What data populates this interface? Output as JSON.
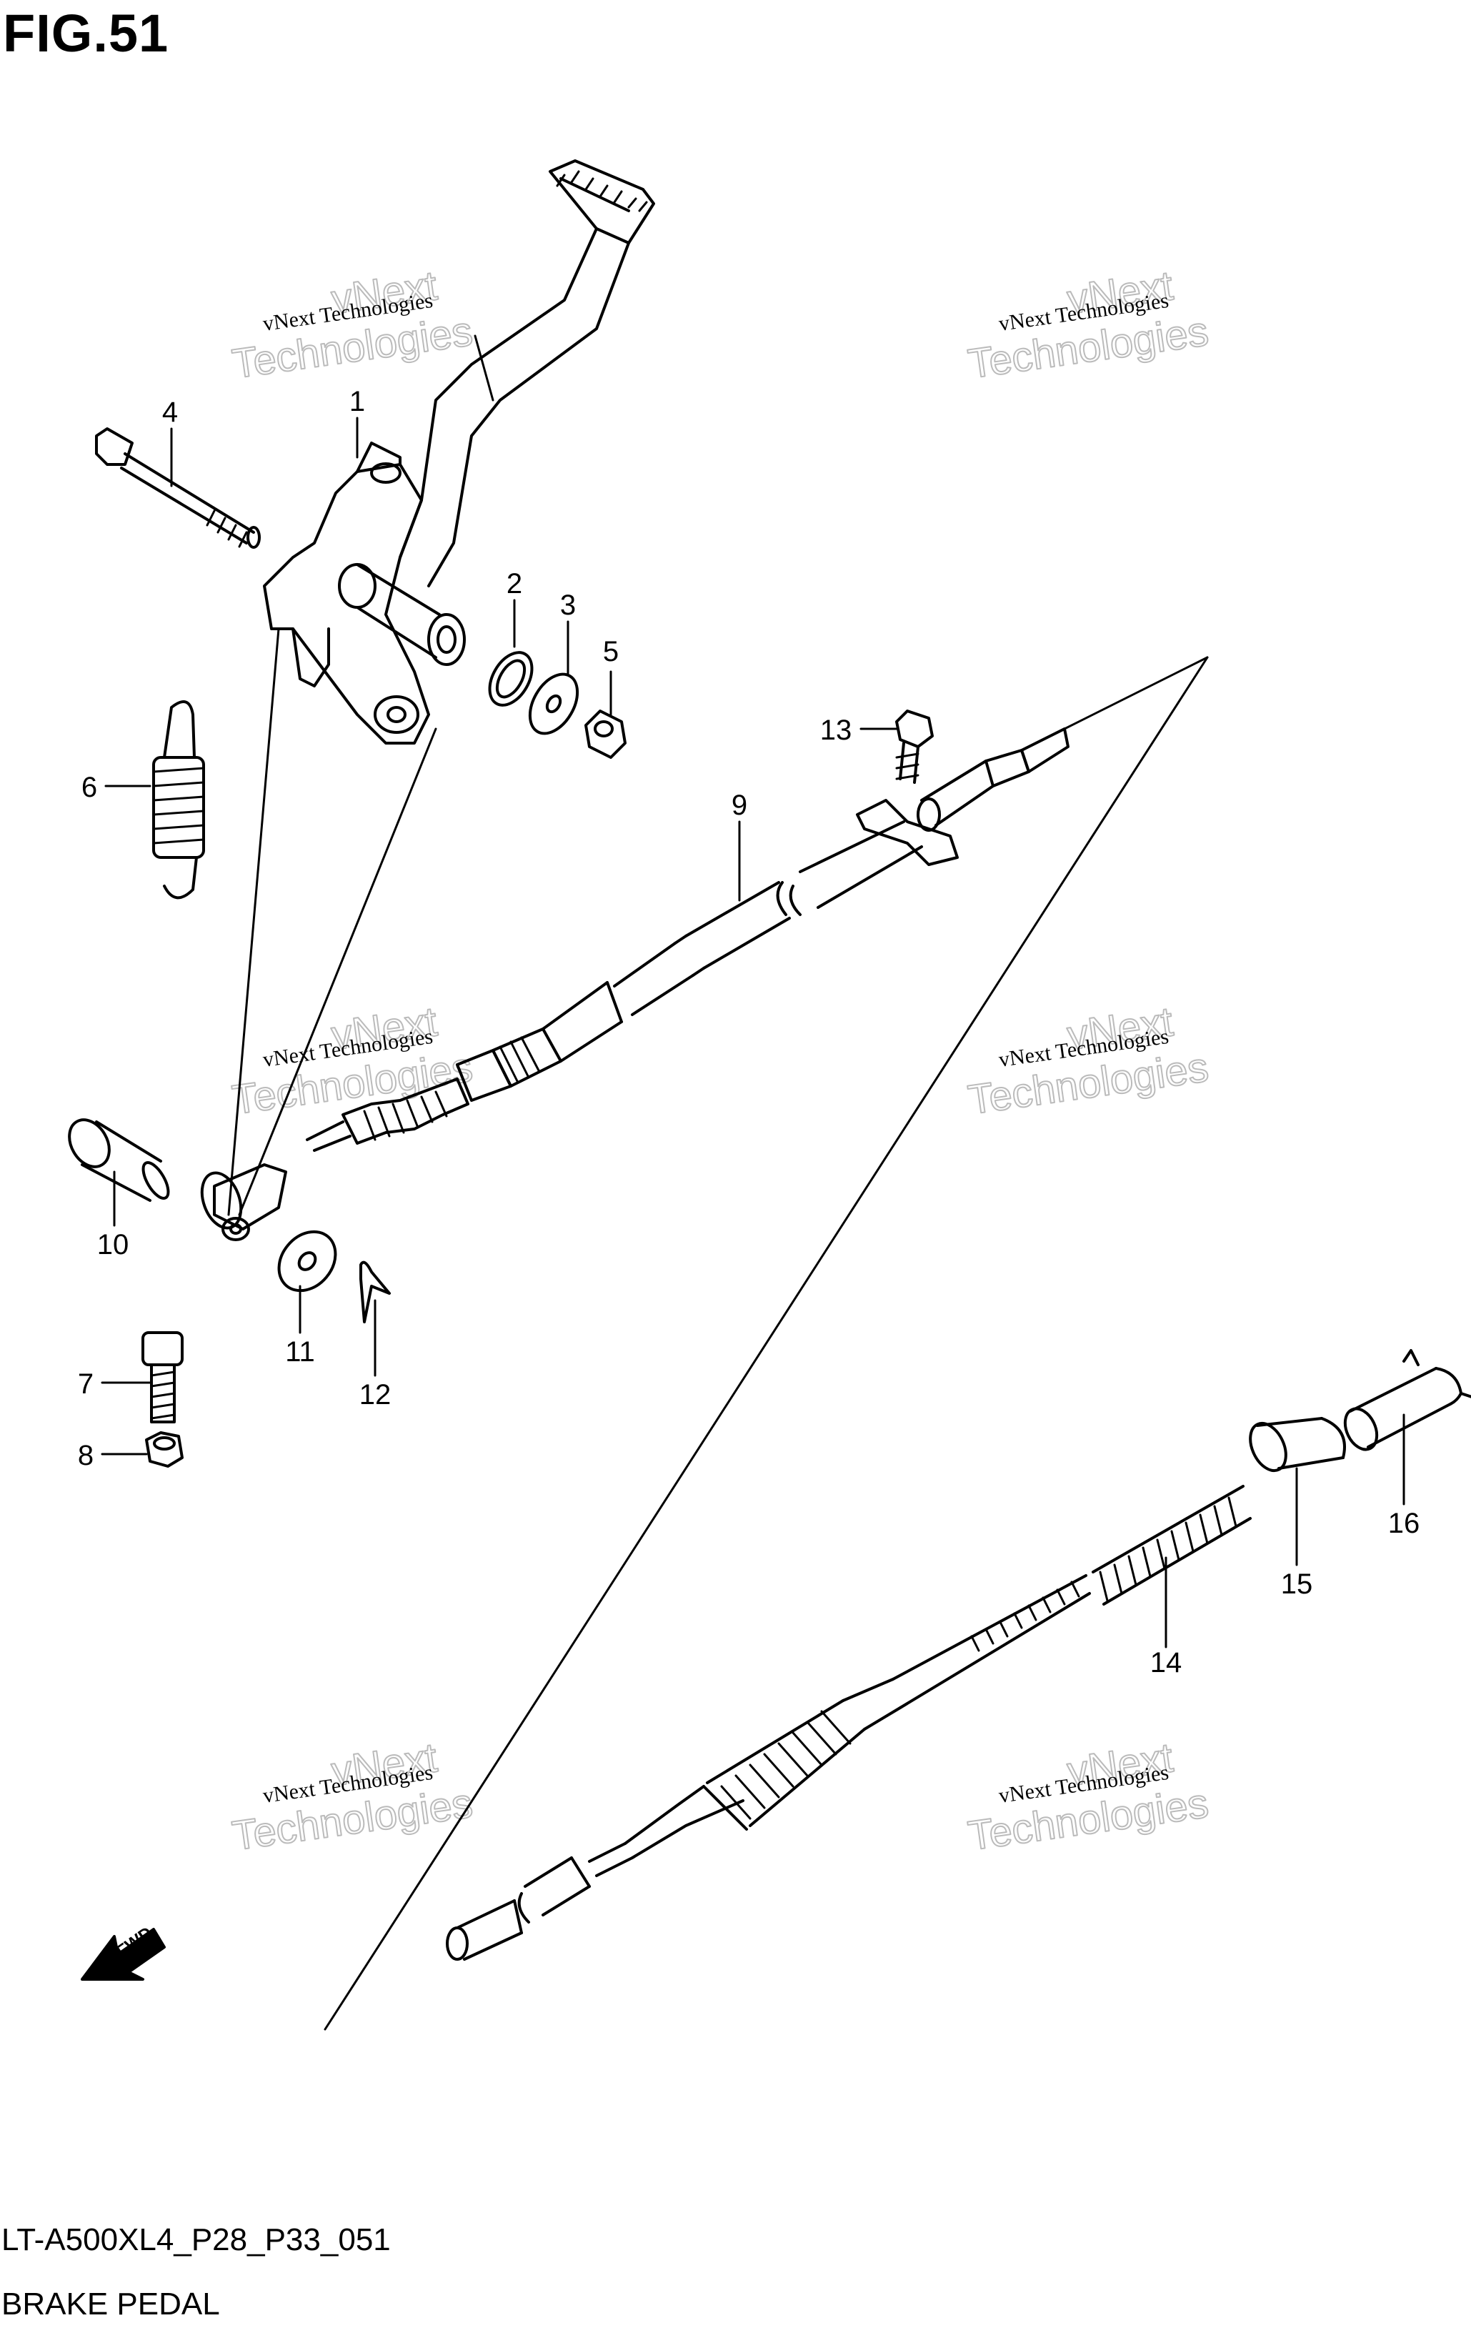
{
  "figure": {
    "title": "FIG.51",
    "code": "LT-A500XL4_P28_P33_051",
    "name": "BRAKE PEDAL"
  },
  "watermark": {
    "line1": "vNext",
    "line2": "Technologies",
    "small": "vNext Technologies"
  },
  "direction_marker": {
    "text": "FWD",
    "icon": "fwd-arrow-icon"
  },
  "callouts": [
    {
      "number": "1",
      "part": "brake-pedal"
    },
    {
      "number": "2",
      "part": "o-ring"
    },
    {
      "number": "3",
      "part": "washer"
    },
    {
      "number": "4",
      "part": "pivot-bolt"
    },
    {
      "number": "5",
      "part": "nut"
    },
    {
      "number": "6",
      "part": "return-spring"
    },
    {
      "number": "7",
      "part": "bolt"
    },
    {
      "number": "8",
      "part": "nut"
    },
    {
      "number": "9",
      "part": "brake-cable"
    },
    {
      "number": "10",
      "part": "clevis-pin"
    },
    {
      "number": "11",
      "part": "washer"
    },
    {
      "number": "12",
      "part": "cotter-pin"
    },
    {
      "number": "13",
      "part": "cable-clamp-bolt"
    },
    {
      "number": "14",
      "part": "spring"
    },
    {
      "number": "15",
      "part": "joint"
    },
    {
      "number": "16",
      "part": "brake-arm"
    }
  ]
}
